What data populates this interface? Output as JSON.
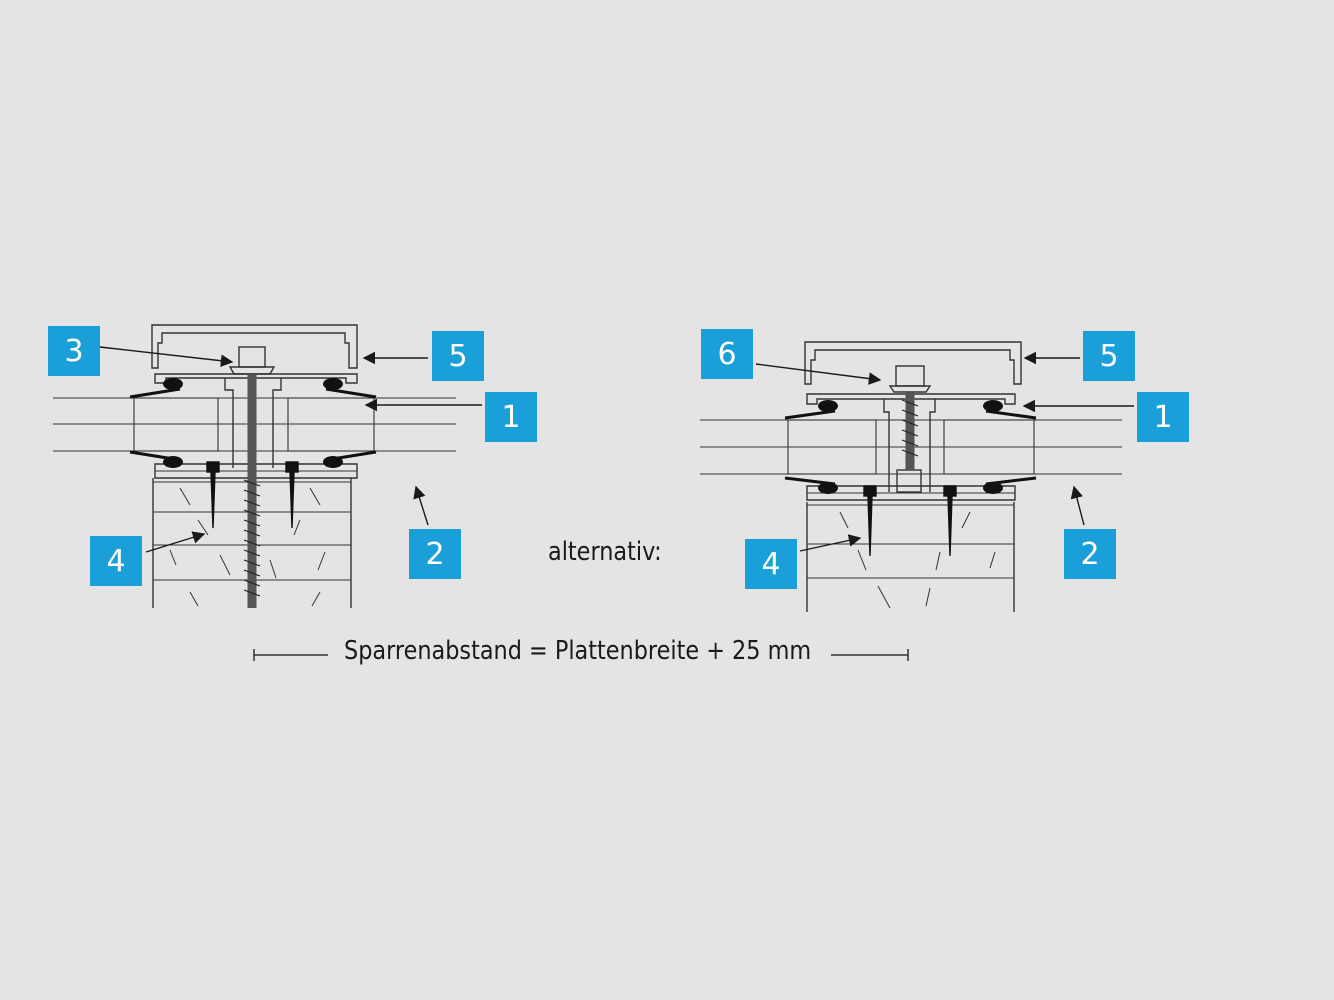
{
  "colors": {
    "background": "#e4e4e4",
    "badge": "#1a9fd8",
    "line": "#222222"
  },
  "left_detail": {
    "callouts": [
      "3",
      "5",
      "1",
      "4",
      "2"
    ]
  },
  "alternative_label": "alternativ:",
  "right_detail": {
    "callouts": [
      "6",
      "5",
      "1",
      "4",
      "2"
    ]
  },
  "dimension_caption": "Sparrenabstand = Plattenbreite + 25 mm"
}
